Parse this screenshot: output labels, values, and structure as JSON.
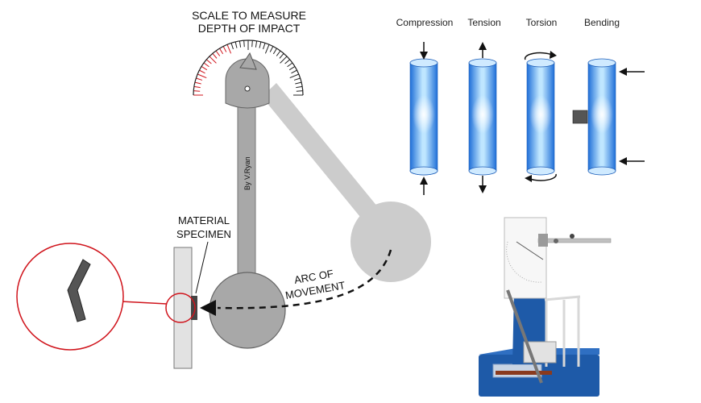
{
  "scale_label": {
    "line1": "SCALE TO MEASURE",
    "line2": "DEPTH OF IMPACT"
  },
  "specimen_label": {
    "line1": "MATERIAL",
    "line2": "SPECIMEN"
  },
  "arc_label": {
    "line1": "ARC OF",
    "line2": "MOVEMENT"
  },
  "credit": "By V.Ryan",
  "stress_types": [
    {
      "label": "Compression"
    },
    {
      "label": "Tension"
    },
    {
      "label": "Torsion"
    },
    {
      "label": "Bending"
    }
  ],
  "colors": {
    "pendulum": "#a8a8a8",
    "pendulum_faded": "#cccccc",
    "scale_red": "#d0141c",
    "cylinder_blue": "#2f7fe6",
    "machine_base_blue": "#1e5aa8"
  }
}
